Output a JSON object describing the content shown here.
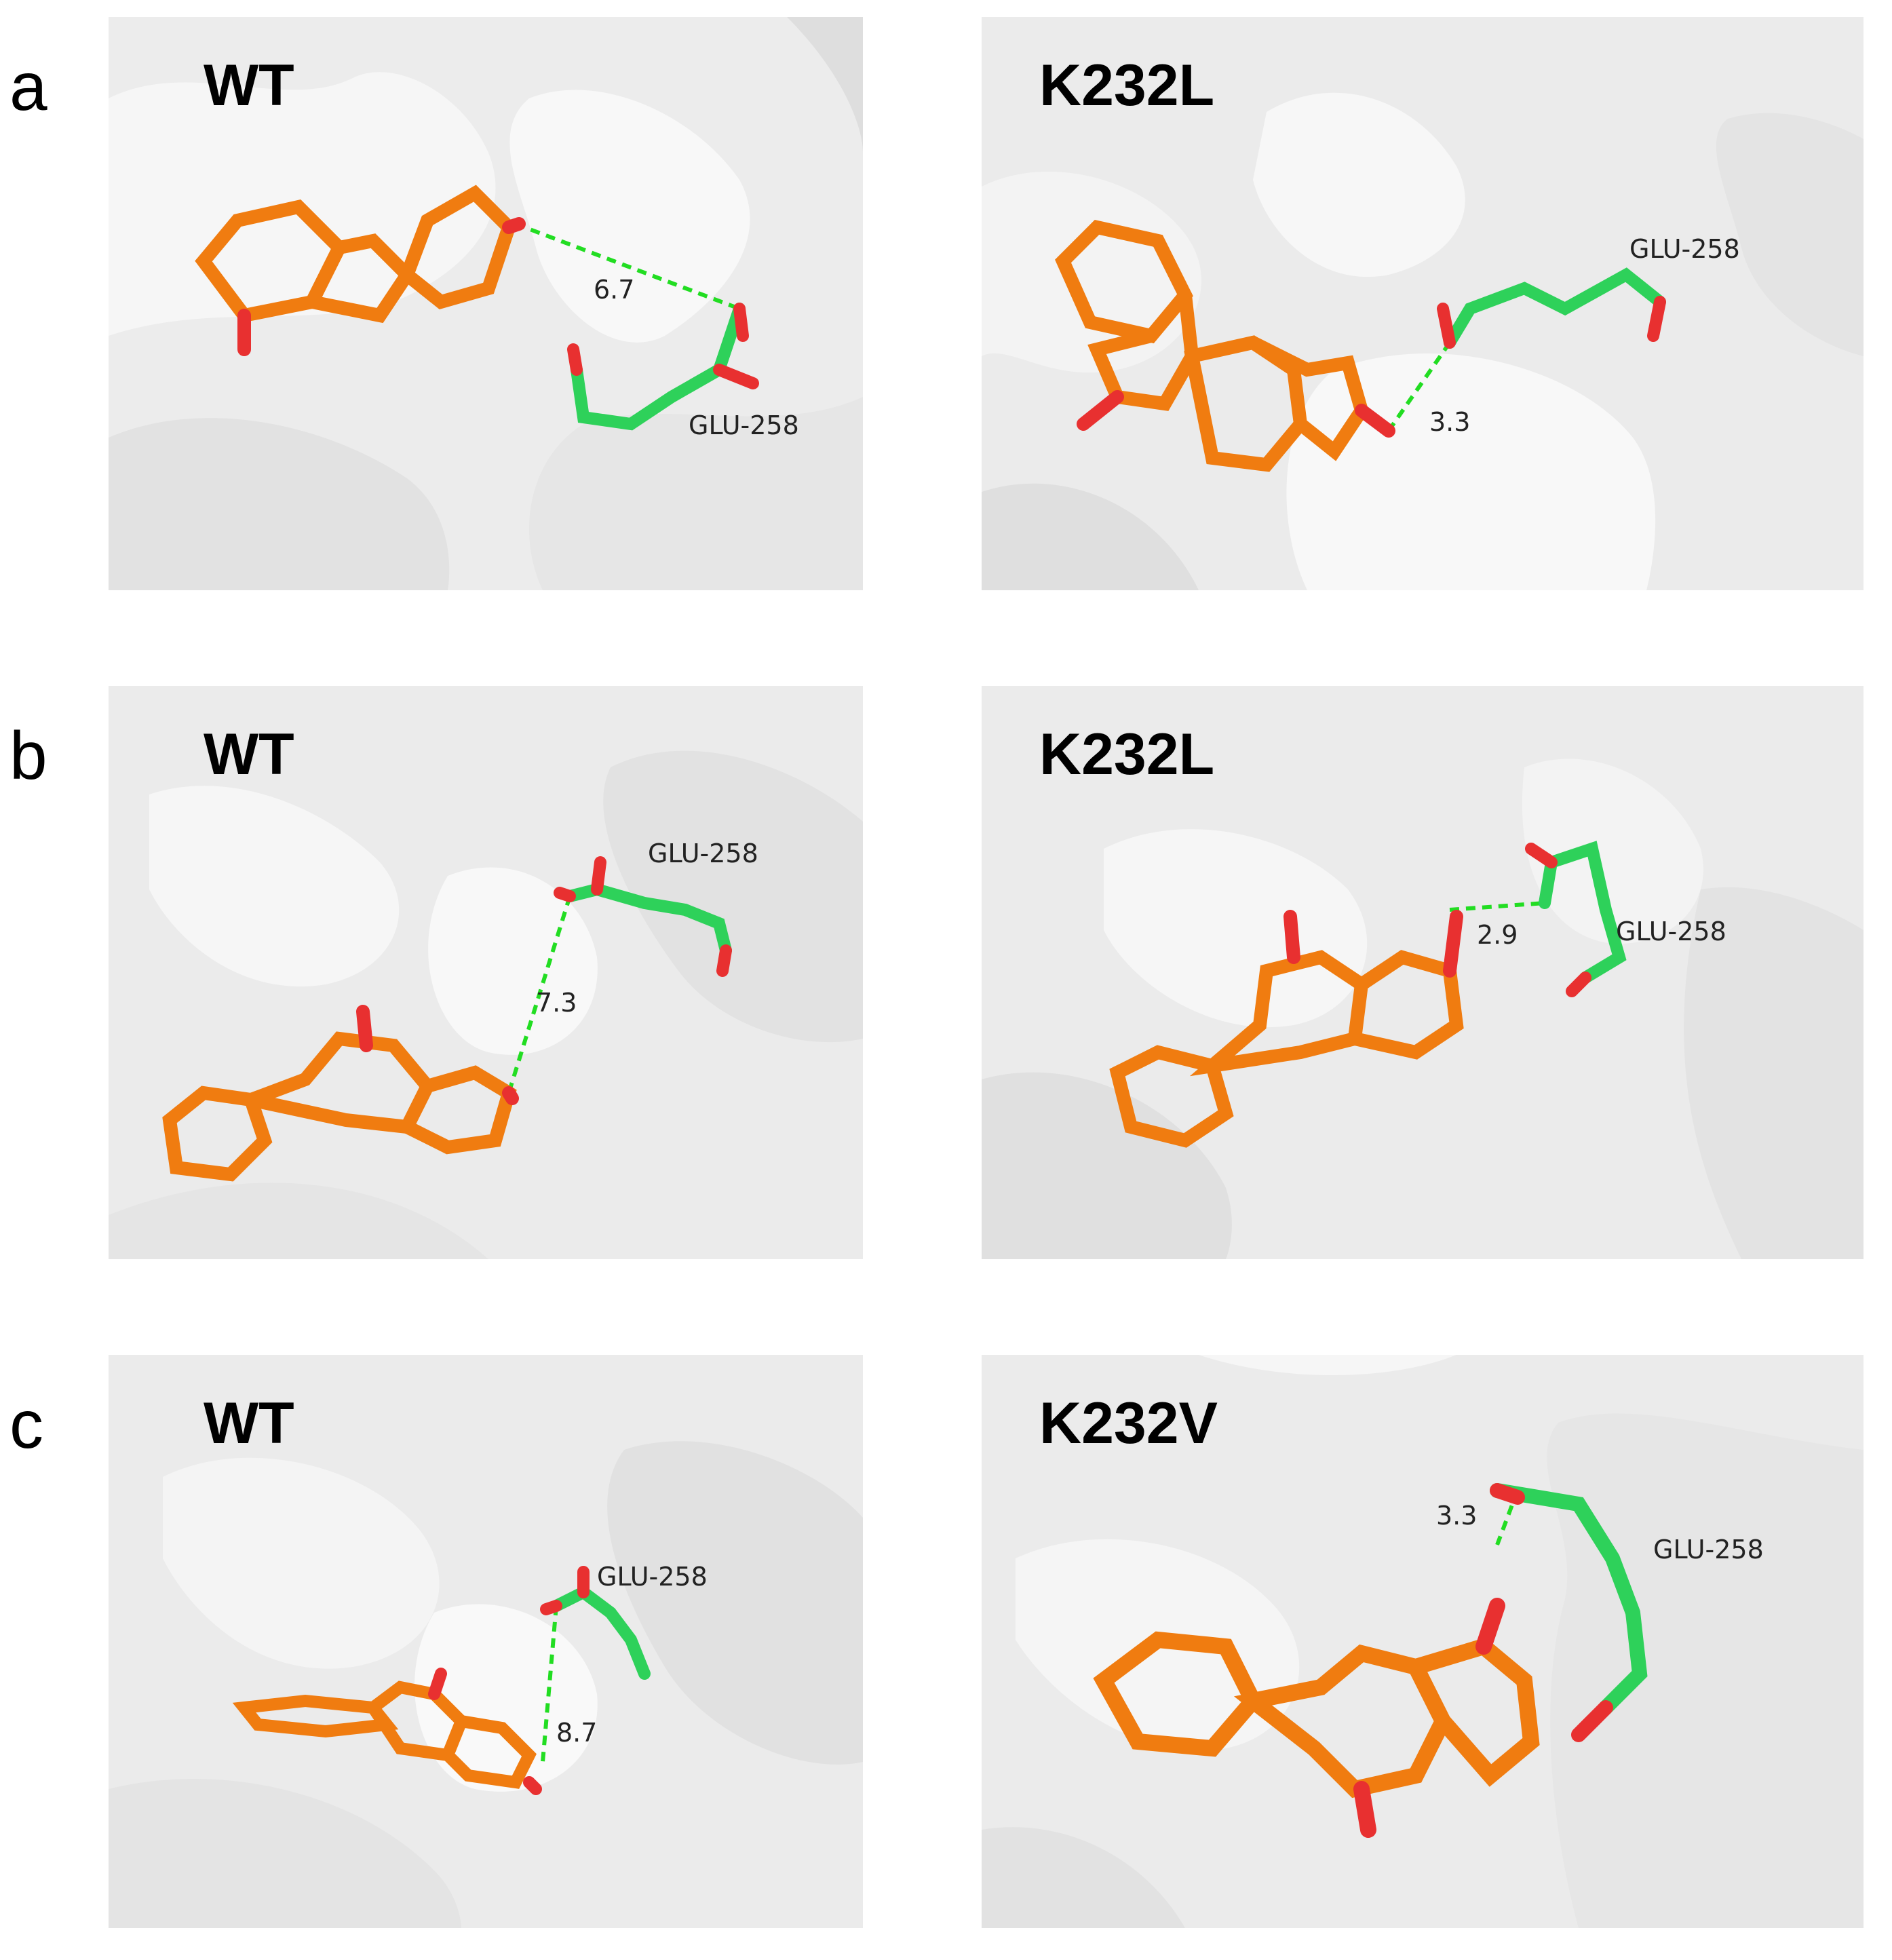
{
  "figure": {
    "rows": [
      {
        "letter": "a",
        "panels": [
          {
            "title": "WT",
            "residue": "GLU-258",
            "distance": "6.7"
          },
          {
            "title": "K232L",
            "residue": "GLU-258",
            "distance": "3.3"
          }
        ]
      },
      {
        "letter": "b",
        "panels": [
          {
            "title": "WT",
            "residue": "GLU-258",
            "distance": "7.3"
          },
          {
            "title": "K232L",
            "residue": "GLU-258",
            "distance": "2.9"
          }
        ]
      },
      {
        "letter": "c",
        "panels": [
          {
            "title": "WT",
            "residue": "GLU-258",
            "distance": "8.7"
          },
          {
            "title": "K232V",
            "residue": "GLU-258",
            "distance": "3.3"
          }
        ]
      }
    ]
  },
  "colors": {
    "ligand": "#f07c10",
    "residue": "#2ed15a",
    "oxygen": "#e83030",
    "nitrogen": "#3030c0",
    "hydrogen": "#e6e6e6",
    "hbond": "#22dd22",
    "surface": "#eeeeee"
  }
}
